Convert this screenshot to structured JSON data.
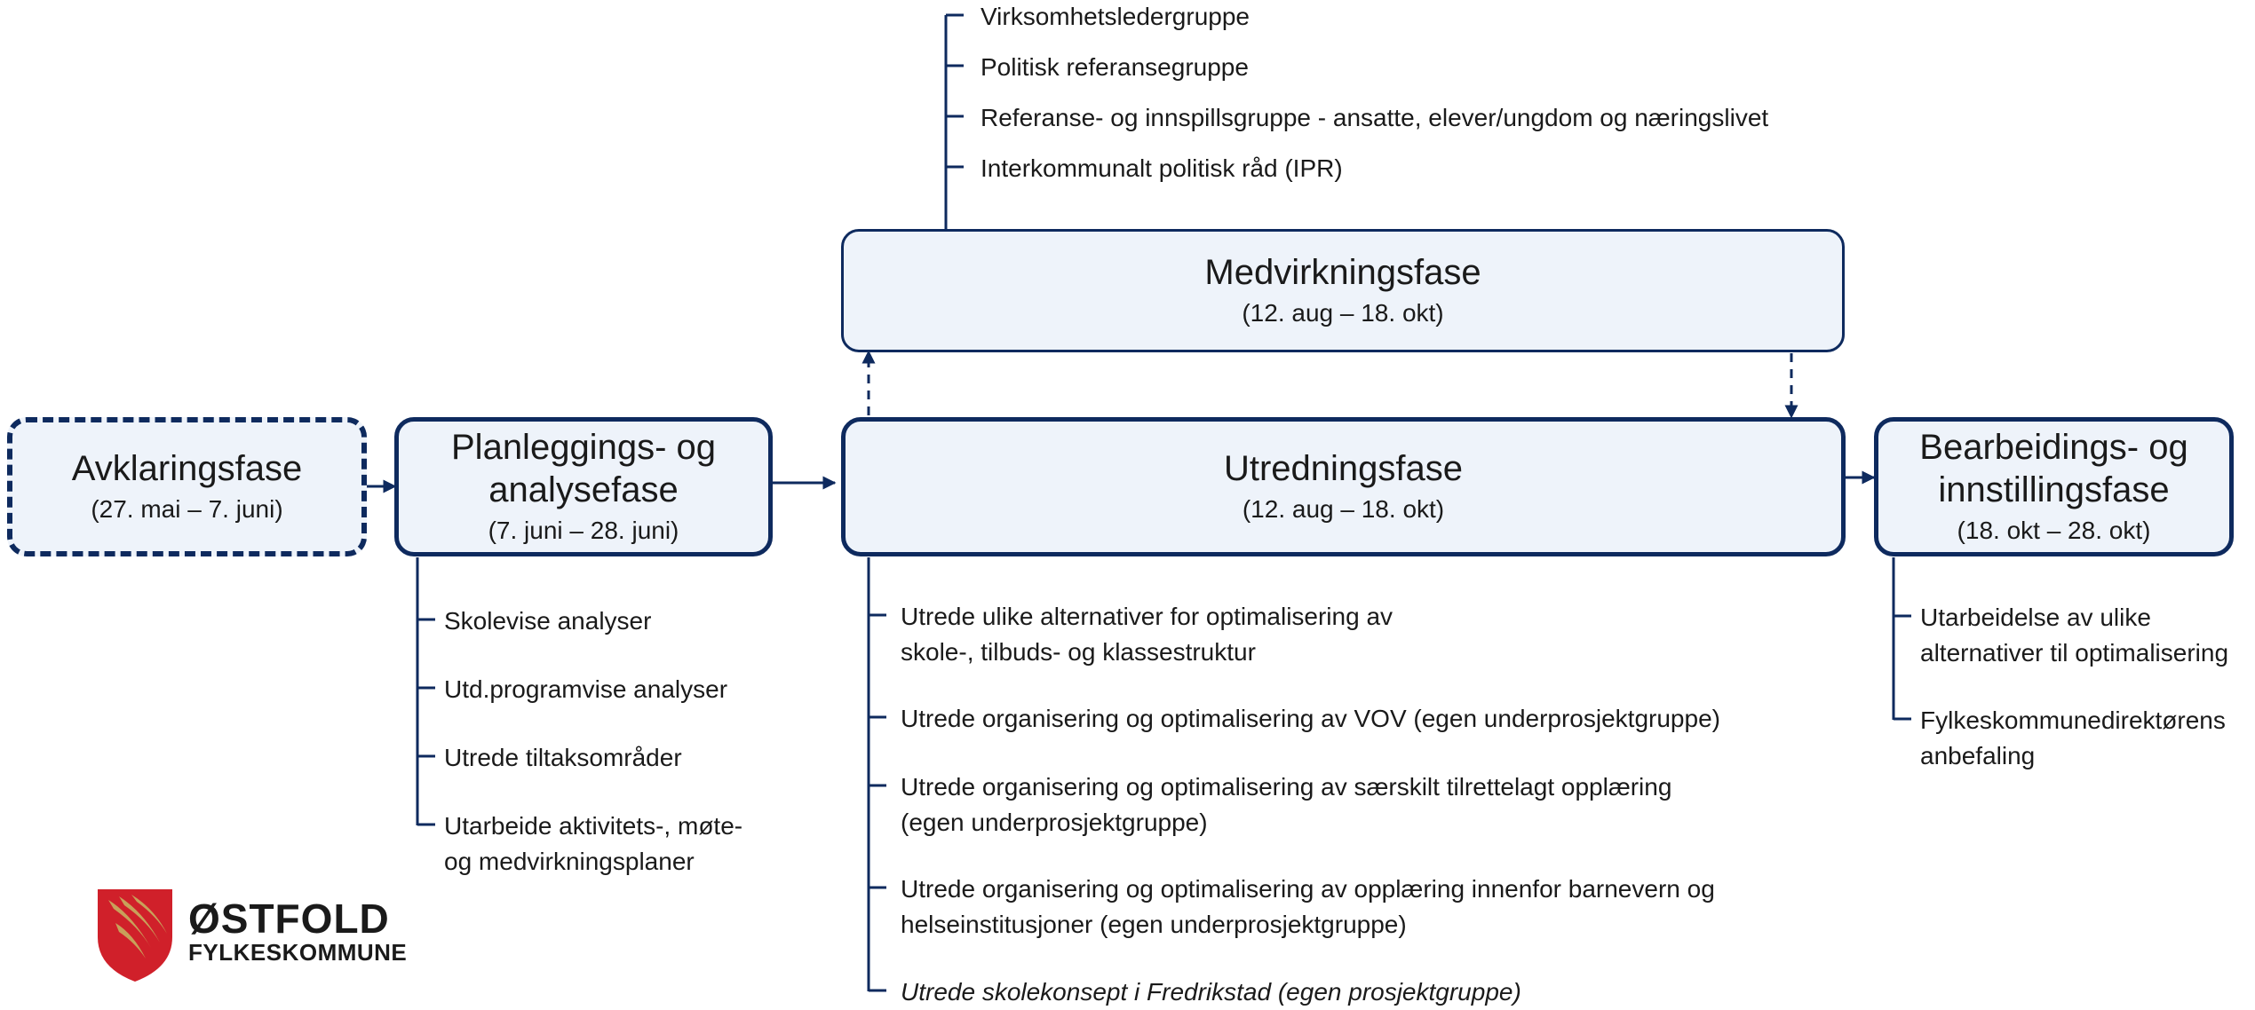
{
  "phases": {
    "avklaring": {
      "name": "Avklaringsfase",
      "date": "(27. mai – 7. juni)"
    },
    "planlegging": {
      "name_line1": "Planleggings- og",
      "name_line2": "analysefase",
      "date": "(7. juni – 28. juni)"
    },
    "medvirkning": {
      "name": "Medvirkningsfase",
      "date": "(12. aug – 18. okt)"
    },
    "utredning": {
      "name": "Utredningsfase",
      "date": "(12. aug – 18. okt)"
    },
    "bearbeiding": {
      "name_line1": "Bearbeidings- og",
      "name_line2": "innstillingsfase",
      "date": "(18. okt – 28. okt)"
    }
  },
  "medvirkning_items": [
    "Virksomhetsledergruppe",
    "Politisk referansegruppe",
    "Referanse- og innspillsgruppe - ansatte, elever/ungdom og næringslivet",
    "Interkommunalt politisk råd (IPR)"
  ],
  "planlegging_items": [
    "Skolevise analyser",
    "Utd.programvise analyser",
    "Utrede tiltaksområder",
    [
      "Utarbeide aktivitets-, møte-",
      "og medvirkningsplaner"
    ]
  ],
  "utredning_items": [
    [
      "Utrede ulike alternativer for optimalisering av",
      "skole-, tilbuds- og klassestruktur"
    ],
    [
      "Utrede organisering og optimalisering av VOV (egen underprosjektgruppe)"
    ],
    [
      "Utrede organisering og optimalisering av  særskilt tilrettelagt opplæring",
      "(egen underprosjektgruppe)"
    ],
    [
      "Utrede organisering og optimalisering av opplæring  innenfor barnevern og",
      "helseinstitusjoner (egen underprosjektgruppe)"
    ],
    [
      "Utrede skolekonsept i Fredrikstad (egen prosjektgruppe)"
    ]
  ],
  "bearbeiding_items": [
    [
      "Utarbeidelse av ulike",
      "alternativer til optimalisering"
    ],
    [
      "Fylkeskommunedirektørens",
      "anbefaling"
    ]
  ],
  "logo": {
    "title": "ØSTFOLD",
    "subtitle": "FYLKESKOMMUNE"
  },
  "colors": {
    "border": "#0e2a5e",
    "fill": "#eef3fa",
    "logo_red": "#d0202a",
    "logo_gold": "#c8a15a"
  }
}
